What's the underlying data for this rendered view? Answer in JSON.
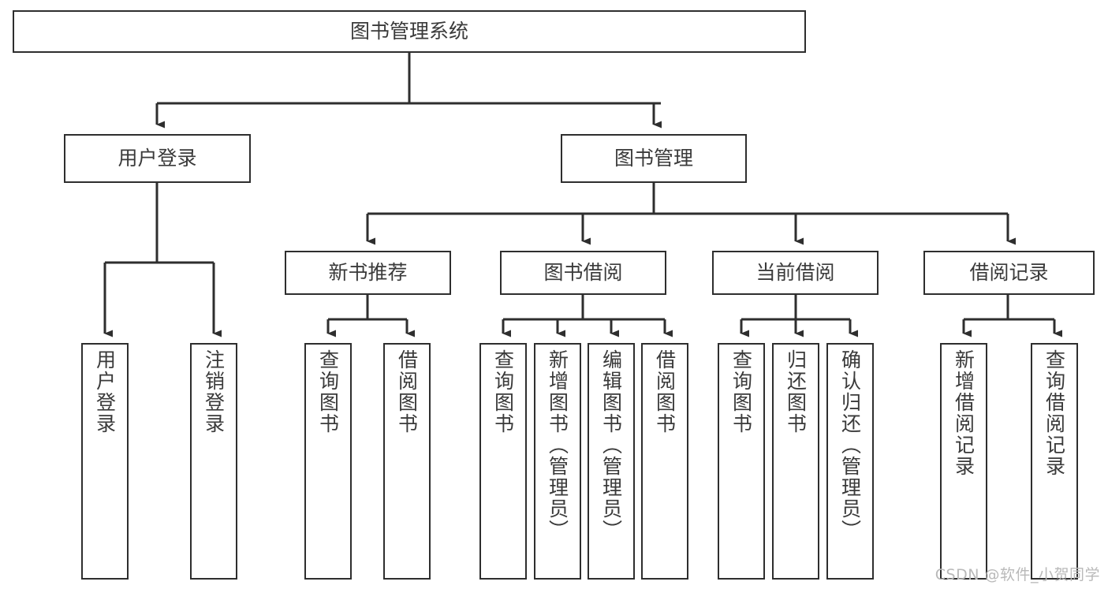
{
  "diagram": {
    "title": "图书管理系统",
    "type": "tree",
    "watermark": "CSDN @软件_小贺同学",
    "colors": {
      "border": "#2e2e2e",
      "text": "#3a3a3a",
      "background": "#ffffff",
      "edge": "#2e2e2e",
      "watermark": "#b9b9b9"
    },
    "nodes": {
      "root": {
        "label": "图书管理系统"
      },
      "level1": [
        {
          "label": "用户登录"
        },
        {
          "label": "图书管理"
        }
      ],
      "level2": [
        {
          "label": "新书推荐"
        },
        {
          "label": "图书借阅"
        },
        {
          "label": "当前借阅"
        },
        {
          "label": "借阅记录"
        }
      ],
      "leaves": {
        "user_login": [
          {
            "label": "用户登录"
          },
          {
            "label": "注销登录"
          }
        ],
        "new_book_recommend": [
          {
            "label": "查询图书"
          },
          {
            "label": "借阅图书"
          }
        ],
        "book_borrow": [
          {
            "label": "查询图书"
          },
          {
            "label": "新增图书（管理员）"
          },
          {
            "label": "编辑图书（管理员）"
          },
          {
            "label": "借阅图书"
          }
        ],
        "current_borrow": [
          {
            "label": "查询图书"
          },
          {
            "label": "归还图书"
          },
          {
            "label": "确认归还（管理员）"
          }
        ],
        "borrow_record": [
          {
            "label": "新增借阅记录"
          },
          {
            "label": "查询借阅记录"
          }
        ]
      }
    }
  }
}
